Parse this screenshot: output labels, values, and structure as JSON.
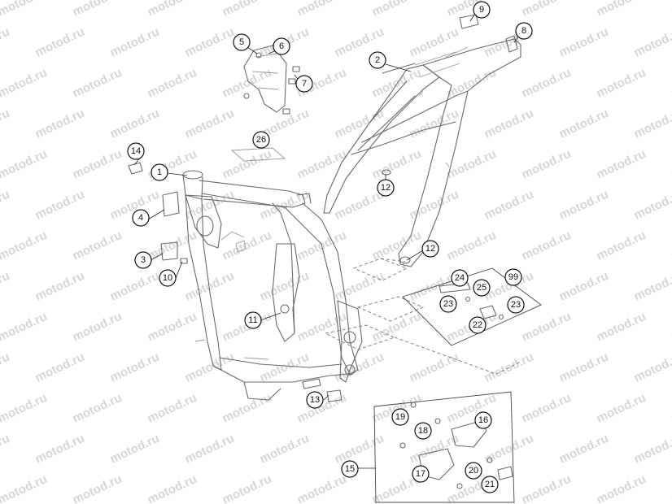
{
  "watermark": {
    "text": "motod.ru"
  },
  "callouts": [
    {
      "id": "c9",
      "label": "9"
    },
    {
      "id": "c8",
      "label": "8"
    },
    {
      "id": "c2",
      "label": "2"
    },
    {
      "id": "c5",
      "label": "5"
    },
    {
      "id": "c6",
      "label": "6"
    },
    {
      "id": "c7",
      "label": "7"
    },
    {
      "id": "c26",
      "label": "26"
    },
    {
      "id": "c14",
      "label": "14"
    },
    {
      "id": "c1",
      "label": "1"
    },
    {
      "id": "c4",
      "label": "4"
    },
    {
      "id": "c3",
      "label": "3"
    },
    {
      "id": "c10",
      "label": "10"
    },
    {
      "id": "c12a",
      "label": "12"
    },
    {
      "id": "c12b",
      "label": "12"
    },
    {
      "id": "c24",
      "label": "24"
    },
    {
      "id": "c25",
      "label": "25"
    },
    {
      "id": "c99",
      "label": "99"
    },
    {
      "id": "c23a",
      "label": "23"
    },
    {
      "id": "c23b",
      "label": "23"
    },
    {
      "id": "c22",
      "label": "22"
    },
    {
      "id": "c11",
      "label": "11"
    },
    {
      "id": "c13",
      "label": "13"
    },
    {
      "id": "c19",
      "label": "19"
    },
    {
      "id": "c18",
      "label": "18"
    },
    {
      "id": "c16",
      "label": "16"
    },
    {
      "id": "c15",
      "label": "15"
    },
    {
      "id": "c17",
      "label": "17"
    },
    {
      "id": "c20",
      "label": "20"
    },
    {
      "id": "c21",
      "label": "21"
    }
  ]
}
